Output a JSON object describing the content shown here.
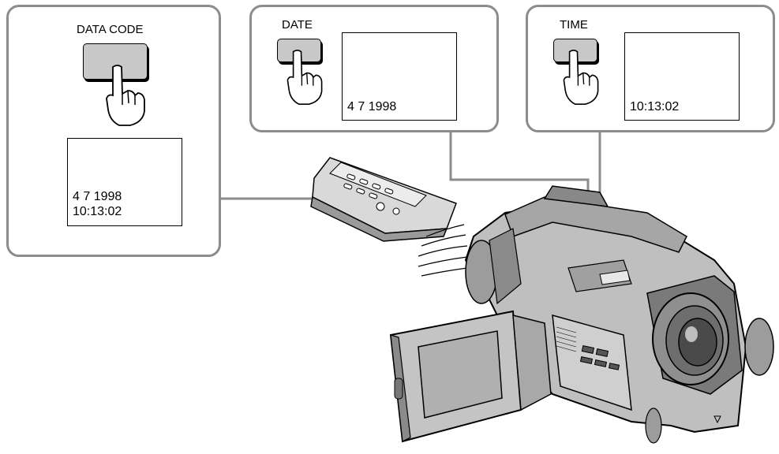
{
  "panels": {
    "data_code": {
      "button_label": "DATA CODE",
      "screen_line1": "4 7 1998",
      "screen_line2": "10:13:02"
    },
    "date": {
      "button_label": "DATE",
      "screen_text": "4 7 1998"
    },
    "time": {
      "button_label": "TIME",
      "screen_text": "10:13:02"
    }
  },
  "colors": {
    "callout_border": "#8c8c8c",
    "button_fill": "#c8c8c8",
    "device_fill": "#bfbfbf",
    "device_dark": "#6e6e6e"
  },
  "icons": {
    "press": "pointing-hand-icon",
    "remote": "remote-commander-icon",
    "camera": "camcorder-icon"
  }
}
